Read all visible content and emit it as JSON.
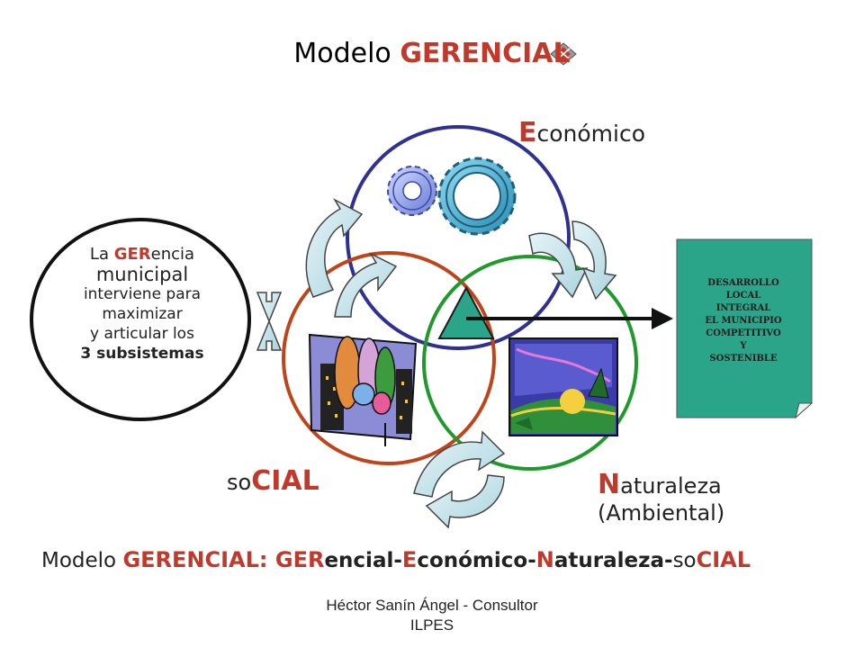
{
  "title": {
    "prefix": "Modelo ",
    "emphasis": "GERENCIAL"
  },
  "subsystems": {
    "economico": {
      "initial": "E",
      "rest": "conómico"
    },
    "social": {
      "prefix": "so",
      "emphasis": "CIAL"
    },
    "naturaleza": {
      "initial": "N",
      "rest": "aturaleza",
      "qualifier": "(Ambiental)"
    }
  },
  "gerencia_box": {
    "line1_prefix": "La ",
    "line1_emphasis": "GER",
    "line1_suffix": "encia",
    "line2": "municipal",
    "line3": "interviene para",
    "line4": "maximizar",
    "line5": "y articular los",
    "line6": "3 subsistemas"
  },
  "desarrollo_note": {
    "lines": [
      "DESARROLLO",
      "LOCAL",
      "INTEGRAL",
      "EL MUNICIPIO",
      "COMPETITIVO",
      "Y",
      "SOSTENIBLE"
    ]
  },
  "bottom_line": {
    "prefix": "Modelo ",
    "part1": "GERENCIAL: GER",
    "part2": "encial-",
    "part3": "E",
    "part4": "conómico-",
    "part5": "N",
    "part6": "aturaleza-",
    "part7": "so",
    "part8": "CIAL"
  },
  "footer": {
    "line1": "Héctor Sanín Ángel - Consultor",
    "line2": "ILPES"
  },
  "colors": {
    "accent_red": "#c0392b",
    "economico_circle": "#2e3192",
    "social_circle": "#c0441a",
    "naturaleza_circle": "#1f9a2a",
    "triangle": "#2aa58a",
    "arrow_fill": "#b7dde6"
  }
}
